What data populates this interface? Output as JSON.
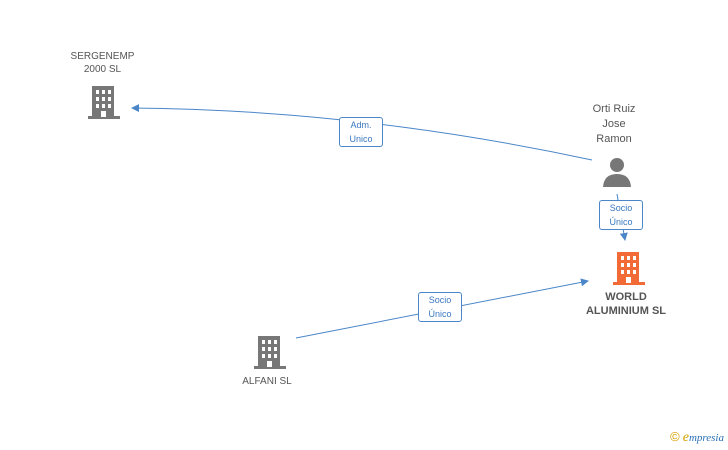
{
  "nodes": {
    "sergenemp": {
      "line1": "SERGENEMP",
      "line2": "2000  SL"
    },
    "person": {
      "line1": "Orti Ruiz",
      "line2": "Jose",
      "line3": "Ramon"
    },
    "world": {
      "line1": "WORLD",
      "line2": "ALUMINIUM SL"
    },
    "alfani": {
      "line1": "ALFANI  SL"
    }
  },
  "edges": {
    "adm": {
      "line1": "Adm.",
      "line2": "Unico"
    },
    "socio_top": {
      "line1": "Socio",
      "line2": "Único"
    },
    "socio_bottom": {
      "line1": "Socio",
      "line2": "Único"
    }
  },
  "brand": {
    "copyright": "©",
    "e": "e",
    "rest": "mpresia"
  },
  "colors": {
    "edge": "#4a86c8",
    "building": "#777777",
    "highlight": "#f26a36"
  },
  "icons": [
    "building-icon",
    "person-icon"
  ]
}
